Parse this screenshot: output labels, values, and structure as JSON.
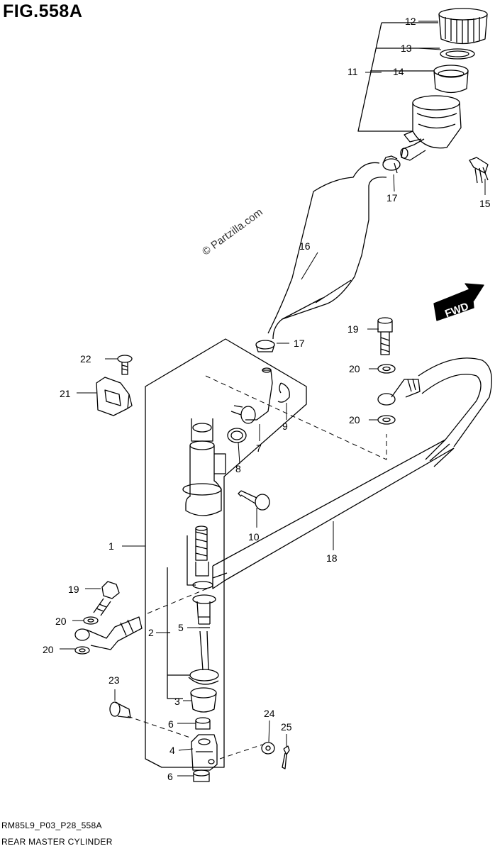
{
  "header": {
    "figure_title": "FIG.558A"
  },
  "watermark": {
    "text": "© Partzilla.com"
  },
  "fwd_label": "FWD",
  "callouts": {
    "c1": "1",
    "c2": "2",
    "c3": "3",
    "c4": "4",
    "c5": "5",
    "c6a": "6",
    "c6b": "6",
    "c7": "7",
    "c8": "8",
    "c9": "9",
    "c10": "10",
    "c11": "11",
    "c12": "12",
    "c13": "13",
    "c14": "14",
    "c15": "15",
    "c16": "16",
    "c17a": "17",
    "c17b": "17",
    "c18": "18",
    "c19a": "19",
    "c19b": "19",
    "c20a": "20",
    "c20b": "20",
    "c20c": "20",
    "c20d": "20",
    "c21": "21",
    "c22": "22",
    "c23": "23",
    "c24": "24",
    "c25": "25"
  },
  "footer": {
    "code": "RM85L9_P03_P28_558A",
    "caption": "REAR MASTER CYLINDER"
  }
}
